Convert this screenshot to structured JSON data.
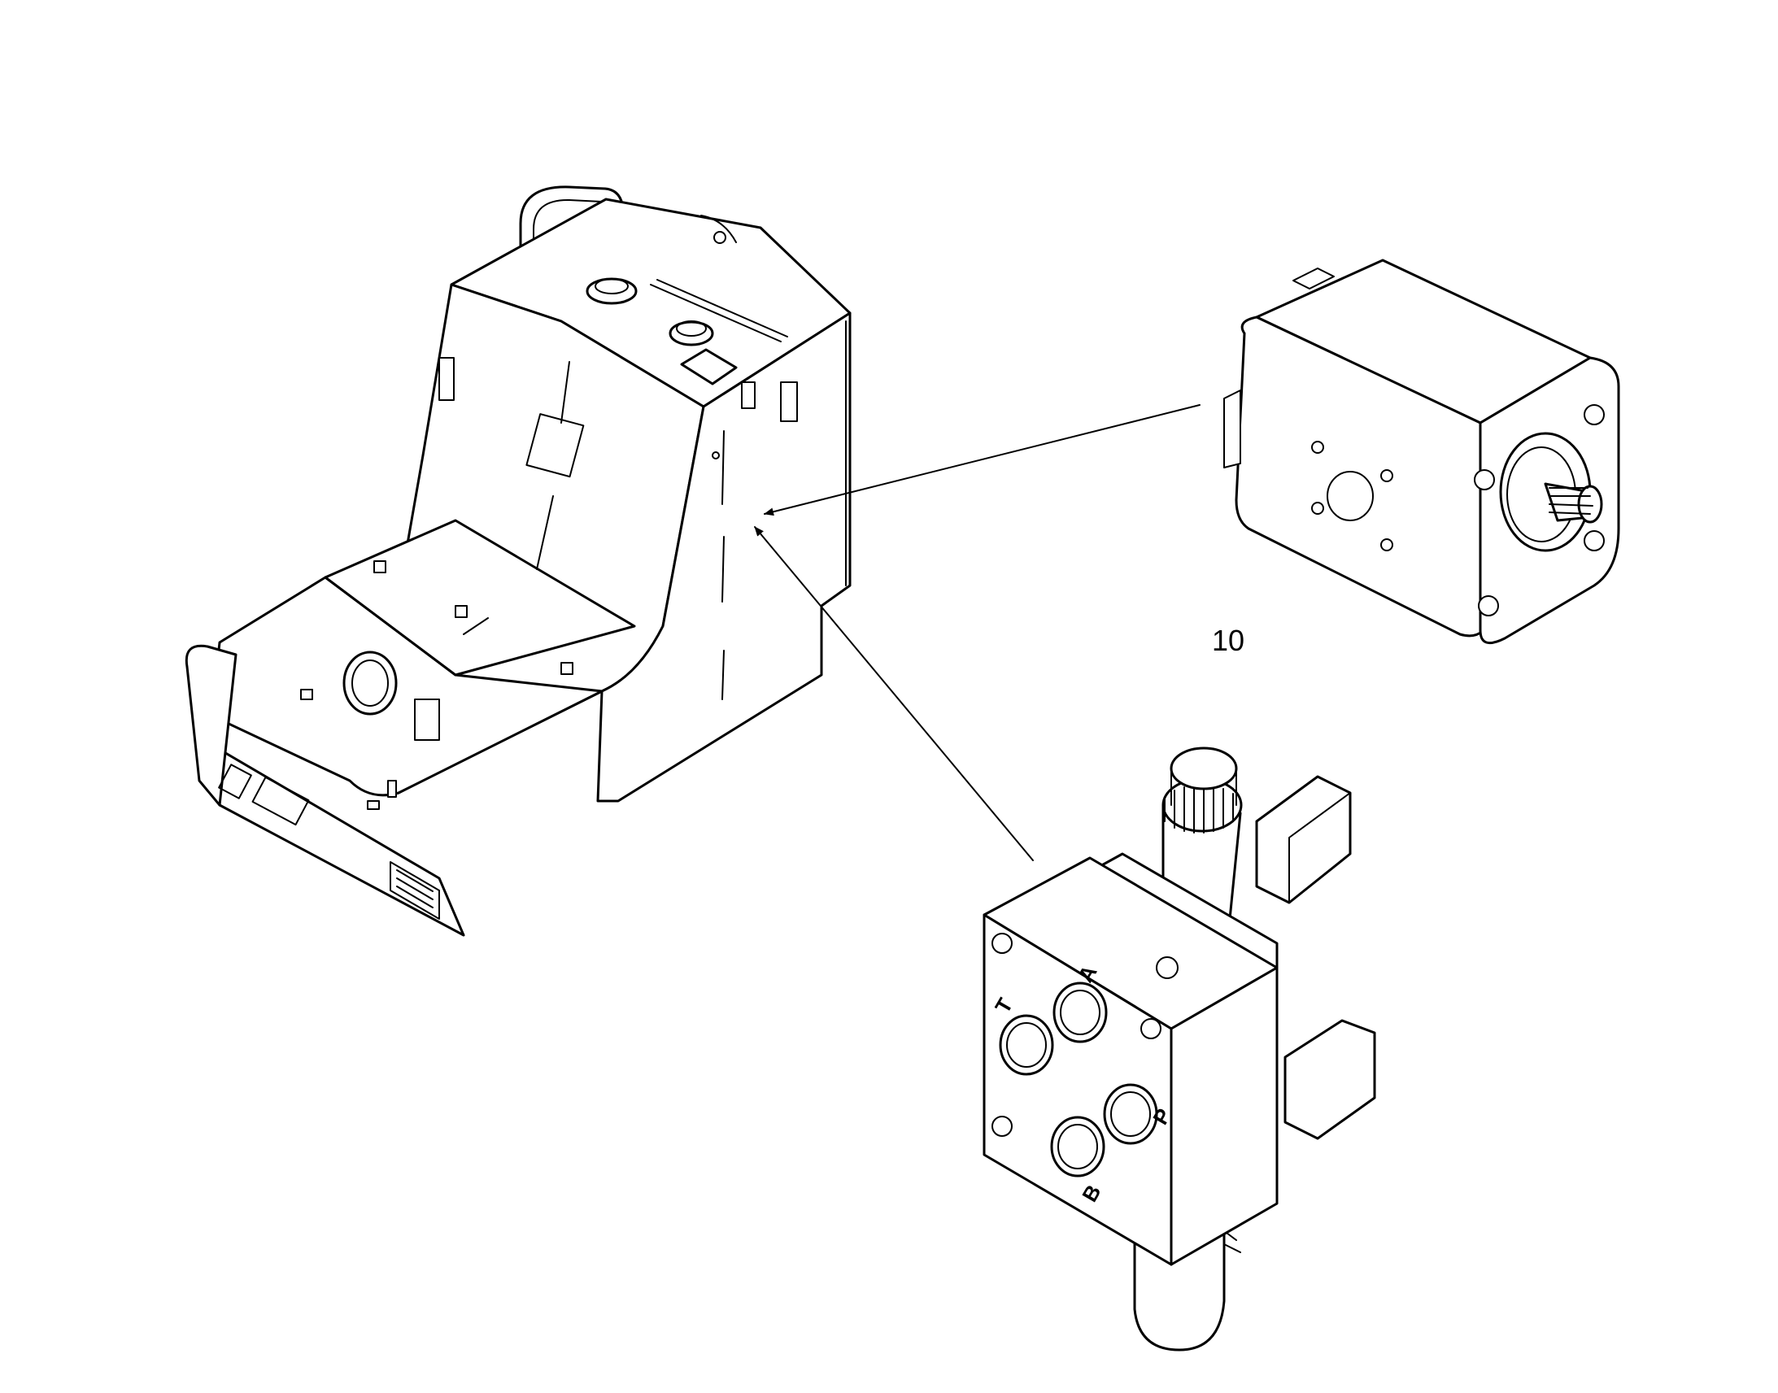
{
  "callout": {
    "number": "10"
  },
  "valve_ports": {
    "T": "T",
    "A": "A",
    "P": "P",
    "B": "B"
  }
}
